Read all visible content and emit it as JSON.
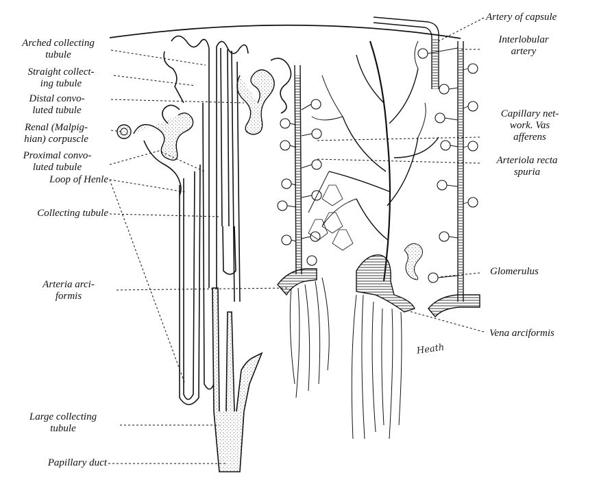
{
  "labels": {
    "arched_collecting_tubule": [
      "Arched collecting",
      "tubule"
    ],
    "straight_collecting_tubule": [
      "Straight collect-",
      "ing tubule"
    ],
    "distal_convoluted_tubule": [
      "Distal convo-",
      "luted tubule"
    ],
    "renal_corpuscle": [
      "Renal  (Malpig-",
      "hian) corpuscle"
    ],
    "proximal_convoluted_tubule": [
      "Proximal convo-",
      "luted tubule"
    ],
    "loop_of_henle": "Loop of Henle",
    "collecting_tubule": "Collecting tubule",
    "arteria_arciformis": [
      "Arteria arci-",
      "formis"
    ],
    "large_collecting_tubule": [
      "Large collecting",
      "tubule"
    ],
    "papillary_duct": "Papillary duct",
    "artery_of_capsule": "Artery of capsule",
    "interlobular_artery": [
      "Interlobular",
      "artery"
    ],
    "capillary_network": [
      "Capillary net-",
      "work.  Vas",
      "afferens"
    ],
    "arteriola_recta_spuria": [
      "Arteriola recta",
      "spuria"
    ],
    "glomerulus": "Glomerulus",
    "vena_arciformis": "Vena arciformis"
  },
  "signature": "Heath"
}
